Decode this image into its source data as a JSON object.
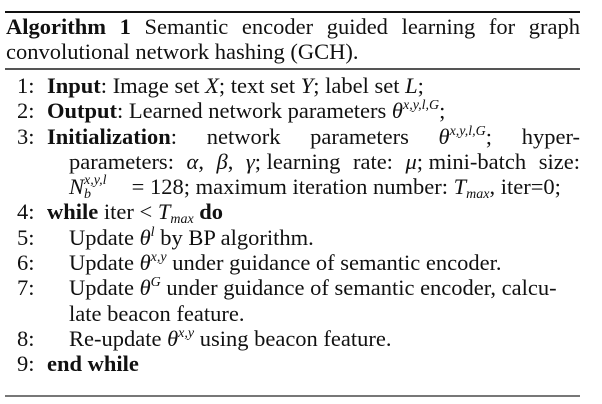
{
  "caption": {
    "label": "Algorithm 1",
    "title_line1": "Semantic encoder guided learning for graph",
    "title_line2": "convolutional network hashing (GCH)."
  },
  "lines": [
    {
      "num": "1:",
      "keyword": "Input",
      "text": ": Image set X; text set Y; label set L;"
    },
    {
      "num": "2:",
      "keyword": "Output",
      "text": ": Learned network parameters θ^{x,y,l,G};"
    },
    {
      "num": "3:",
      "keyword": "Initialization",
      "text": ": network parameters θ^{x,y,l,G}; hyper-parameters: α, β, γ; learning rate: μ; mini-batch size: N_b^{x,y,l} = 128; maximum iteration number: T_max, iter=0;"
    },
    {
      "num": "4:",
      "keyword": "while",
      "text": "iter < T_max",
      "keyword_end": "do"
    },
    {
      "num": "5:",
      "text": "Update θ^l by BP algorithm."
    },
    {
      "num": "6:",
      "text": "Update θ^{x,y} under guidance of semantic encoder."
    },
    {
      "num": "7:",
      "text": "Update θ^G under guidance of semantic encoder, calculate beacon feature."
    },
    {
      "num": "8:",
      "text": "Re-update θ^{x,y} using beacon feature."
    },
    {
      "num": "9:",
      "keyword": "end while"
    }
  ],
  "display": {
    "l1": {
      "pre": "Image set ",
      "X": "X",
      "mid1": "; text set ",
      "Y": "Y",
      "mid2": "; label set ",
      "L": "L",
      "post": ";"
    },
    "l2": {
      "pre": "Learned network parameters ",
      "theta": "θ",
      "sup": "x,y,l,G",
      "post": ";"
    },
    "l3a": {
      "w1": "network",
      "w2": "parameters",
      "theta": "θ",
      "sup": "x,y,l,G",
      "post": ";",
      "w3": "hyper-"
    },
    "l3b": {
      "w1": "parameters:",
      "alpha": "α",
      "c1": ",",
      "beta": "β",
      "c2": ",",
      "gamma": "γ",
      "w2": "; learning",
      "w3": "rate:",
      "mu": "μ",
      "w4": "; mini-batch",
      "w5": "size:"
    },
    "l3c": {
      "N": "N",
      "sup": "x,y,l",
      "sub": "b",
      "eq": " = 128; maximum iteration number: ",
      "T": "T",
      "Tsub": "max",
      "post": ", iter=0;"
    },
    "l4": {
      "iter": " iter < ",
      "T": "T",
      "Tsub": "max",
      "do": " do"
    },
    "l5": {
      "pre": "Update ",
      "theta": "θ",
      "sup": "l",
      "post": " by BP algorithm."
    },
    "l6": {
      "pre": "Update ",
      "theta": "θ",
      "sup": "x,y",
      "post": " under guidance of semantic encoder."
    },
    "l7a": {
      "pre": "Update ",
      "theta": "θ",
      "sup": "G",
      "post": " under guidance of semantic encoder, calcu-"
    },
    "l7b": {
      "text": "late beacon feature."
    },
    "l8": {
      "pre": "Re-update ",
      "theta": "θ",
      "sup": "x,y",
      "post": " using beacon feature."
    }
  }
}
